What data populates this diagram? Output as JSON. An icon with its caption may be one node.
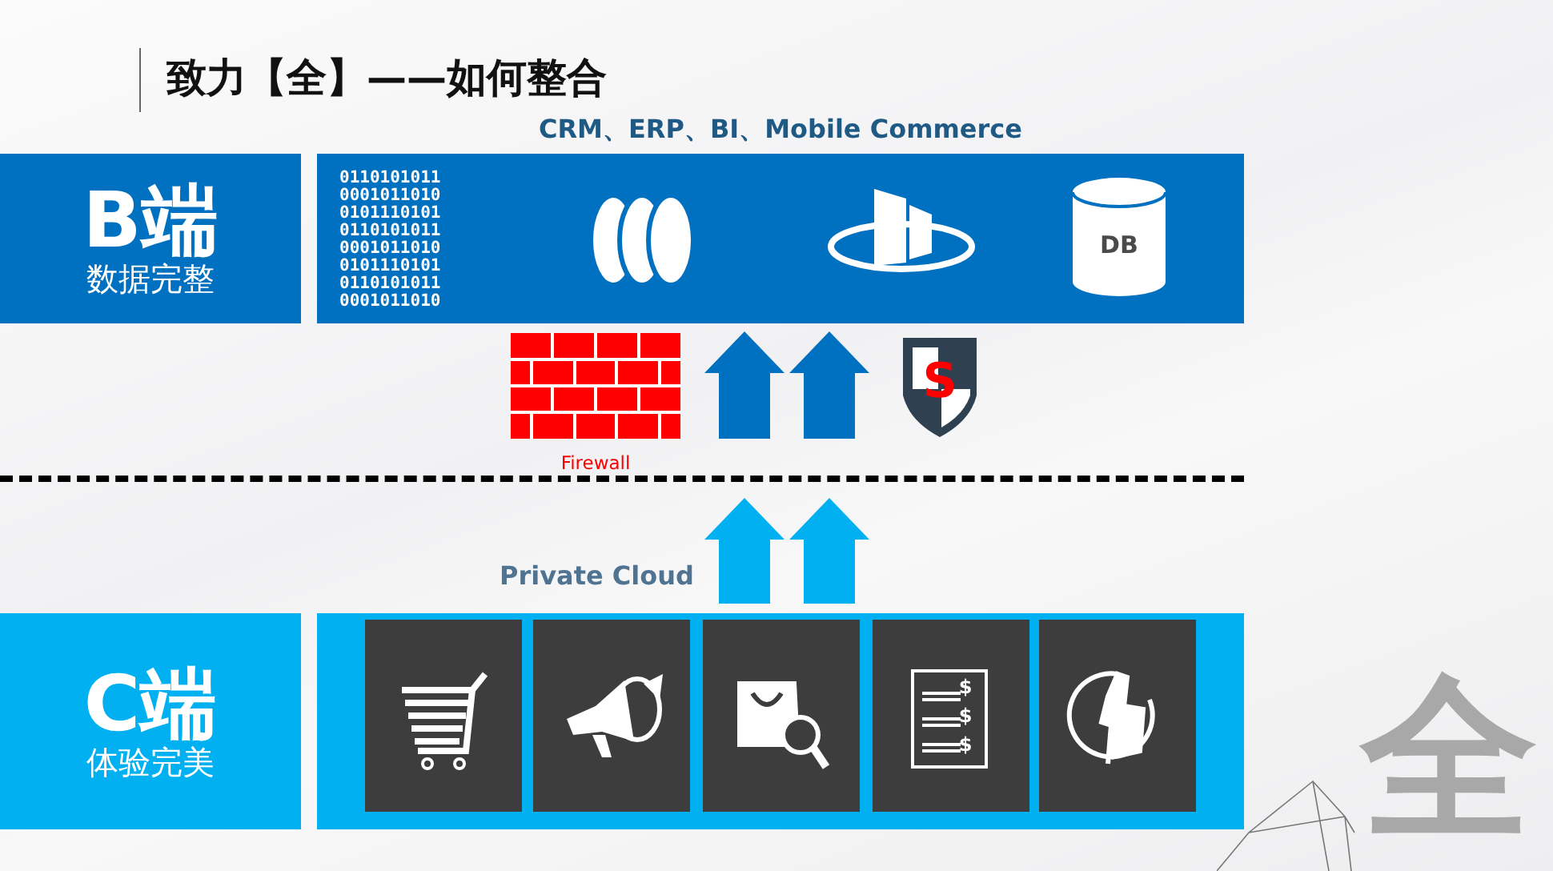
{
  "diagram": {
    "title": "致力【全】——如何整合",
    "nodes": [
      {
        "text": [
          "B端",
          "数据完整"
        ]
      },
      {
        "text": [
          "CRM、ERP、BI、Mobile Commerce",
          "0110101011 0001011010 0101110101 0110101011 0001011010 0101110101 0110101011 0001011010"
        ]
      },
      {
        "text": [
          "DB"
        ],
        "in": 1
      },
      {
        "text": [
          "Firewall"
        ]
      },
      {
        "text": [
          "C端",
          "体验完美"
        ]
      },
      {
        "text": [],
        "shape": "box"
      }
    ],
    "edges": [
      {
        "from": 5,
        "to": null,
        "arrow": "to",
        "color": "#00b0f0"
      },
      {
        "from": 5,
        "to": null,
        "arrow": "to",
        "color": "#00b0f0"
      },
      {
        "from": null,
        "to": 1,
        "arrow": "to"
      },
      {
        "from": null,
        "to": 1,
        "arrow": "to"
      }
    ],
    "labels": [
      "S",
      "Private Cloud",
      "$",
      "$",
      "$",
      "全"
    ]
  }
}
